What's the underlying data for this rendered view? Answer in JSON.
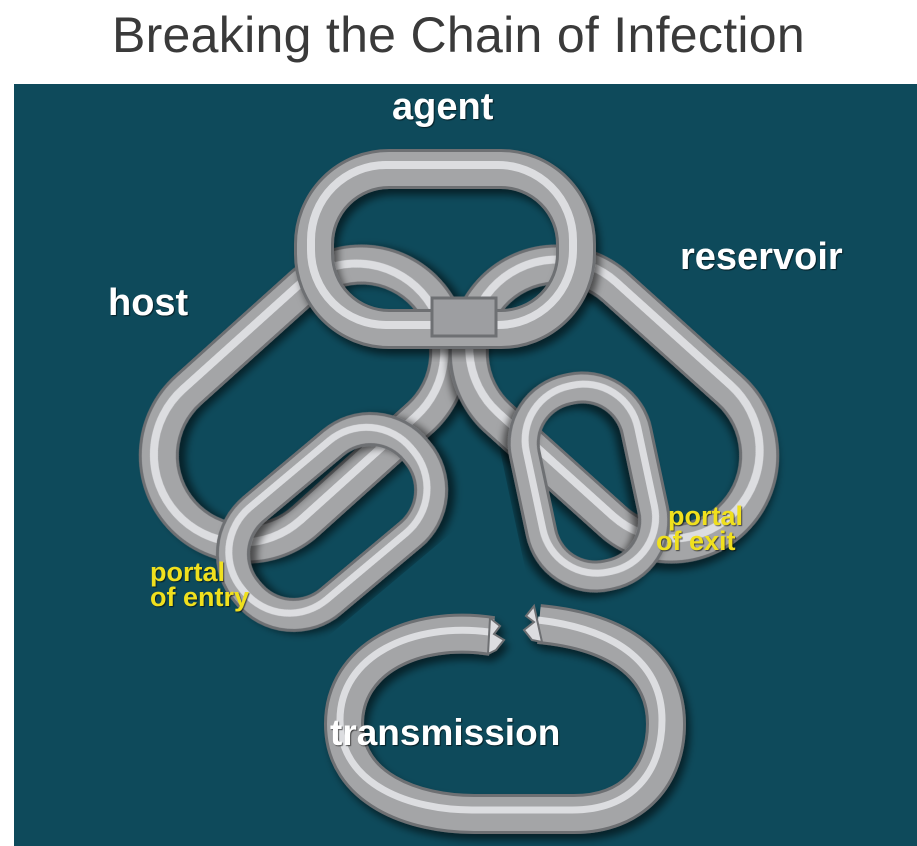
{
  "title": "Breaking the Chain of Infection",
  "colors": {
    "background": "#0e4a5b",
    "link": "#a4a5a7",
    "main_label": "#ffffff",
    "portal_label": "#f0e01e"
  },
  "labels": {
    "agent": "agent",
    "reservoir": "reservoir",
    "host": "host",
    "portal_exit_line1": "portal",
    "portal_exit_line2": "of exit",
    "portal_entry_line1": "portal",
    "portal_entry_line2": "of entry",
    "transmission": "transmission"
  }
}
